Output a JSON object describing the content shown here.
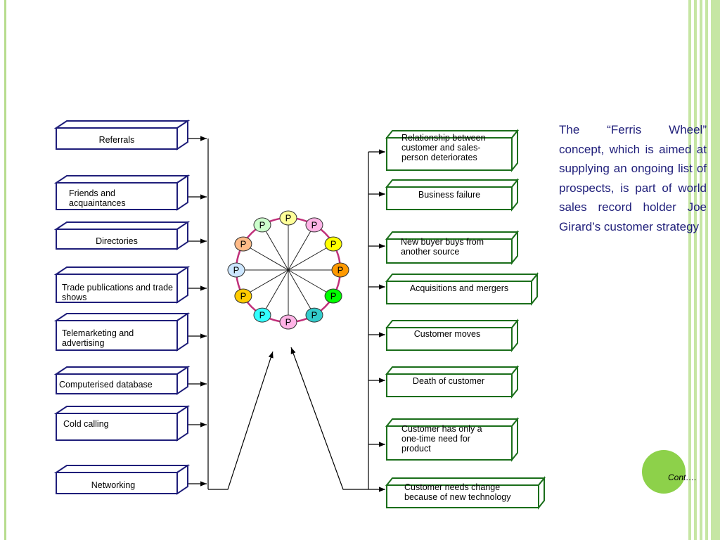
{
  "sources": [
    "Referrals",
    "Friends and acquaintances",
    "Directories",
    "Trade publications and trade shows",
    "Telemarketing and advertising",
    "Computerised database",
    "Cold calling",
    "Networking"
  ],
  "exits": [
    "Relationship between customer and sales-person deteriorates",
    "Business failure",
    "New buyer buys from another source",
    "Acquisitions and mergers",
    "Customer moves",
    "Death of customer",
    "Customer has only a one-time need for product",
    "Customer needs change because of new technology"
  ],
  "wheel": {
    "prospect_label": "P",
    "seat_colors": [
      "#ffff99",
      "#ffb3e6",
      "#ffff00",
      "#ff9900",
      "#00ff00",
      "#33cccc",
      "#ffb3e6",
      "#33ffff",
      "#ffcc00",
      "#cce6ff",
      "#ffbb88",
      "#ccffcc"
    ]
  },
  "description": "The “Ferris Wheel” concept, which is aimed at supplying an ongoing list of prospects, is part of world sales record holder Joe Girard’s customer strategy",
  "cont_label": "Cont…."
}
